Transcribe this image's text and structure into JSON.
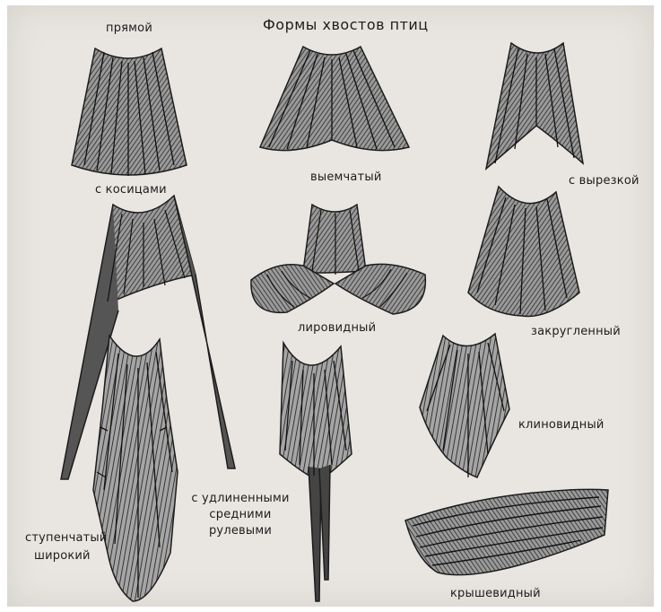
{
  "title": "Формы хвостов птиц",
  "colors": {
    "ink": "#1c1c1c",
    "paper": "#e9e6e1",
    "feather_fill": "#8c8c8c",
    "feather_dark": "#2a2a2a"
  },
  "tails": [
    {
      "id": "pryamoy",
      "label": "прямой"
    },
    {
      "id": "vyemchatyy",
      "label": "выемчатый"
    },
    {
      "id": "s-vyrezkoy",
      "label": "с вырезкой"
    },
    {
      "id": "s-kositsami",
      "label": "с косицами"
    },
    {
      "id": "lirovidnyy",
      "label": "лировидный"
    },
    {
      "id": "zakruglennyy",
      "label": "закругленный"
    },
    {
      "id": "stupenchatyy",
      "label_lines": [
        "ступенчатый",
        "широкий"
      ]
    },
    {
      "id": "s-udlinennymi",
      "label_lines": [
        "с удлиненными",
        "средними",
        "рулевыми"
      ]
    },
    {
      "id": "klinovidnyy",
      "label": "клиновидный"
    },
    {
      "id": "kryshevidnyy",
      "label": "крышевидный"
    }
  ]
}
